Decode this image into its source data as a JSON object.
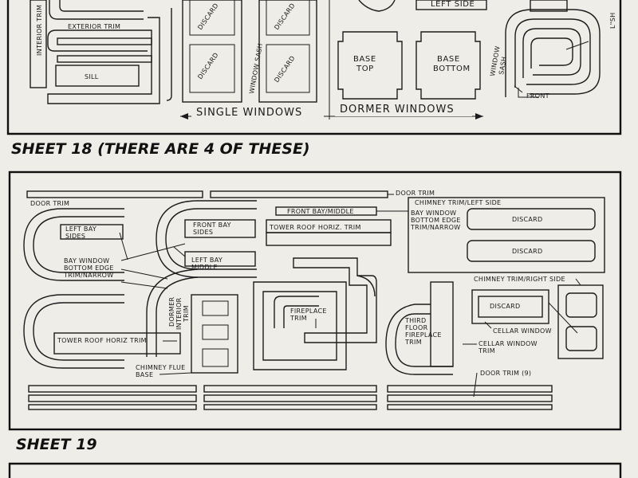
{
  "top_panel": {
    "interior_trim": "INTERIOR TRIM",
    "exterior_trim": "EXTERIOR TRIM",
    "sill": "SILL",
    "discard": "DISCARD",
    "window_sash": "WINDOW SASH",
    "left_side": "LEFT SIDE",
    "base_top": [
      "BASE",
      "TOP"
    ],
    "base_bottom": [
      "BASE",
      "BOTTOM"
    ],
    "window_sash_right": [
      "WINDOW",
      "SASH"
    ],
    "front": "FRONT",
    "l_sh": "L\"SH",
    "single_windows": "SINGLE WINDOWS",
    "dormer_windows": "DORMER WINDOWS"
  },
  "sheet18": {
    "heading": "SHEET 18 (THERE ARE 4 OF THESE)",
    "labels": {
      "door_trim": "DOOR TRIM",
      "chimney_trim_left": "CHIMNEY TRIM/LEFT SIDE",
      "front_bay_middle": "FRONT BAY/MIDDLE",
      "bay_window_narrow": [
        "BAY WINDOW",
        "BOTTOM EDGE",
        "TRIM/NARROW"
      ],
      "discard": "DISCARD",
      "left_bay_sides": [
        "LEFT BAY",
        "SIDES"
      ],
      "front_bay_sides": [
        "FRONT BAY",
        "SIDES"
      ],
      "tower_roof_horiz_dot": "TOWER ROOF HORIZ. TRIM",
      "left_bay_middle": [
        "LEFT BAY",
        "MIDDLE"
      ],
      "bay_window_left": [
        "BAY WINDOW",
        "BOTTOM EDGE",
        "TRIM/NARROW"
      ],
      "chimney_trim_right": "CHIMNEY TRIM/RIGHT SIDE",
      "dormer_interior_trim": [
        "DORMER",
        "INTERIOR",
        "TRIM"
      ],
      "fireplace_trim": [
        "FIREPLACE",
        "TRIM"
      ],
      "third_floor_fireplace": [
        "THIRD",
        "FLOOR",
        "FIREPLACE",
        "TRIM"
      ],
      "cellar_window": "CELLAR WINDOW",
      "cellar_window_trim": [
        "CELLAR WINDOW",
        "TRIM"
      ],
      "tower_roof_horiz": "TOWER ROOF HORIZ TRIM",
      "chimney_flue_base": [
        "CHIMNEY FLUE",
        "BASE"
      ],
      "door_trim_9": "DOOR TRIM (9)"
    }
  },
  "sheet19": {
    "heading": "SHEET 19"
  }
}
